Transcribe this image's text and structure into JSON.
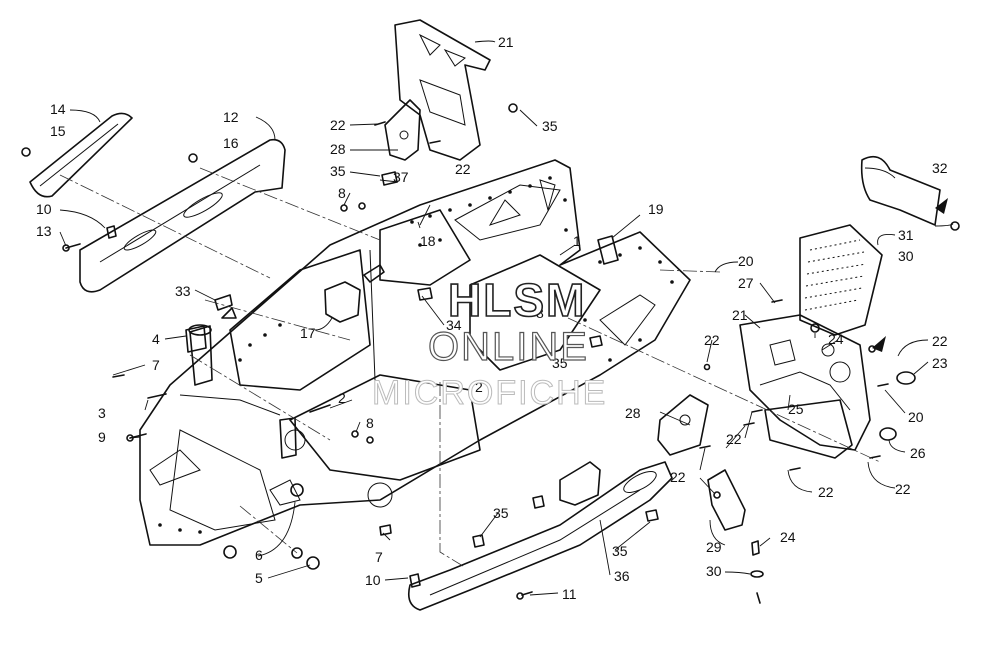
{
  "watermark": {
    "line1": "HLSM",
    "line2": "ONLINE",
    "line3": "MICROFICHE"
  },
  "callouts": [
    {
      "label": "1"
    },
    {
      "label": "2"
    },
    {
      "label": "2"
    },
    {
      "label": "3"
    },
    {
      "label": "4"
    },
    {
      "label": "5"
    },
    {
      "label": "6"
    },
    {
      "label": "7"
    },
    {
      "label": "7"
    },
    {
      "label": "8"
    },
    {
      "label": "8"
    },
    {
      "label": "8"
    },
    {
      "label": "9"
    },
    {
      "label": "10"
    },
    {
      "label": "10"
    },
    {
      "label": "11"
    },
    {
      "label": "12"
    },
    {
      "label": "13"
    },
    {
      "label": "14"
    },
    {
      "label": "15"
    },
    {
      "label": "16"
    },
    {
      "label": "17"
    },
    {
      "label": "18"
    },
    {
      "label": "19"
    },
    {
      "label": "20"
    },
    {
      "label": "20"
    },
    {
      "label": "21"
    },
    {
      "label": "21"
    },
    {
      "label": "22"
    },
    {
      "label": "22"
    },
    {
      "label": "22"
    },
    {
      "label": "22"
    },
    {
      "label": "22"
    },
    {
      "label": "22"
    },
    {
      "label": "22"
    },
    {
      "label": "22"
    },
    {
      "label": "23"
    },
    {
      "label": "24"
    },
    {
      "label": "24"
    },
    {
      "label": "25"
    },
    {
      "label": "26"
    },
    {
      "label": "27"
    },
    {
      "label": "28"
    },
    {
      "label": "28"
    },
    {
      "label": "29"
    },
    {
      "label": "30"
    },
    {
      "label": "30"
    },
    {
      "label": "31"
    },
    {
      "label": "32"
    },
    {
      "label": "33"
    },
    {
      "label": "34"
    },
    {
      "label": "35"
    },
    {
      "label": "35"
    },
    {
      "label": "35"
    },
    {
      "label": "35"
    },
    {
      "label": "35"
    },
    {
      "label": "36"
    },
    {
      "label": "37"
    }
  ]
}
